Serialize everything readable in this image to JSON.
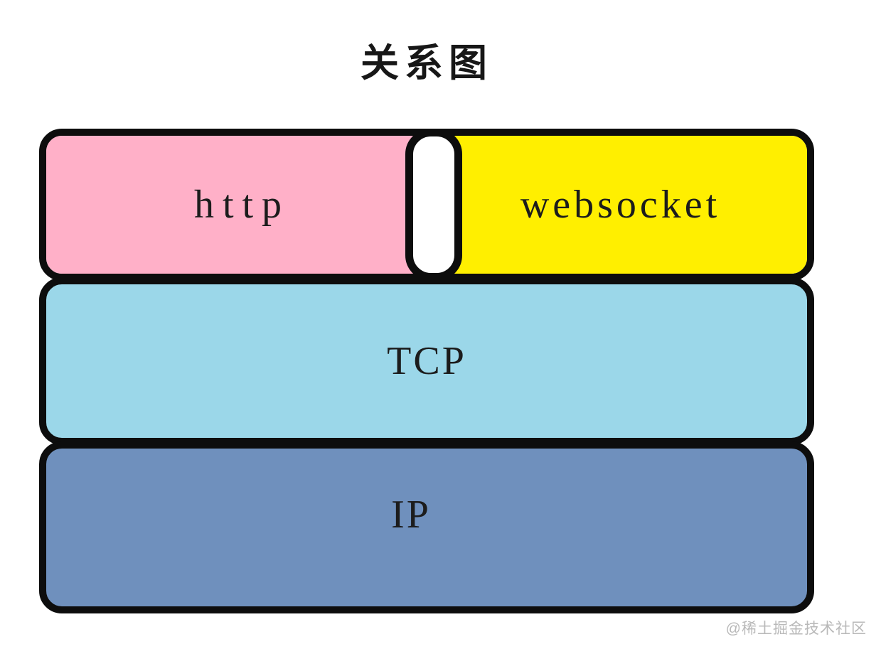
{
  "title": "关系图",
  "diagram": {
    "border_color": "#0d0d0d",
    "divider_color": "#ffffff",
    "layers": [
      {
        "id": "http",
        "label": "http",
        "color": "#ffb0c8"
      },
      {
        "id": "websocket",
        "label": "websocket",
        "color": "#ffef00"
      },
      {
        "id": "tcp",
        "label": "TCP",
        "color": "#9bd7e9"
      },
      {
        "id": "ip",
        "label": "IP",
        "color": "#6f90bd"
      }
    ]
  },
  "watermark": {
    "text": "@稀土掘金技术社区",
    "color": "#b9b9b9"
  }
}
